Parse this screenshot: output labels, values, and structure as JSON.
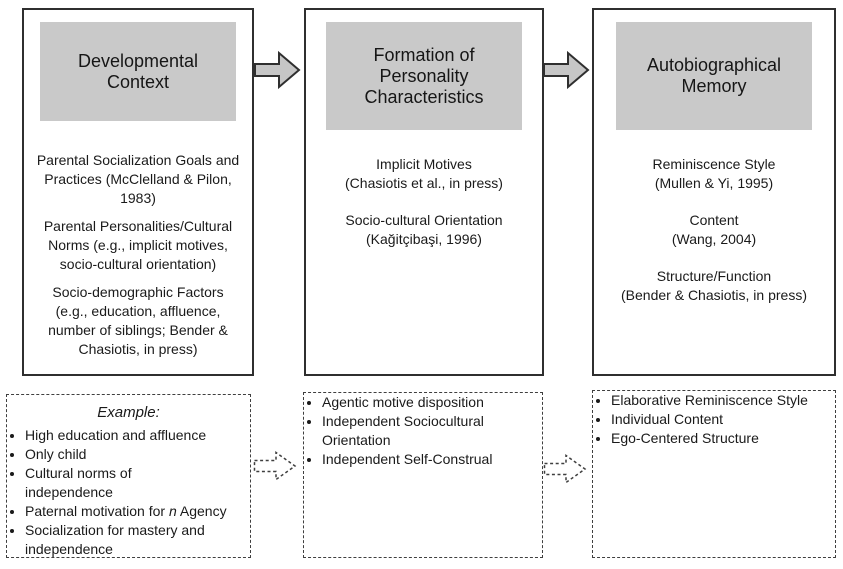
{
  "diagram": {
    "colors": {
      "header_fill": "#c9c9c9",
      "arrow_fill": "#c6c6c6",
      "border": "#2f2f2f",
      "dashed": "#3f3f3f",
      "text": "#1a1a1a"
    },
    "columns": [
      {
        "title": "Developmental\nContext",
        "paragraphs": [
          "Parental Socialization Goals and\nPractices (McClelland & Pilon,\n1983)",
          "Parental Personalities/Cultural\nNorms (e.g., implicit motives,\nsocio-cultural orientation)",
          "Socio-demographic Factors\n(e.g., education, affluence,\nnumber of siblings; Bender &\nChasiotis, in press)"
        ]
      },
      {
        "title": "Formation of\nPersonality\nCharacteristics",
        "paragraphs": [
          "Implicit Motives\n(Chasiotis et al., in press)",
          "Socio-cultural Orientation\n(Kağitçibaşi, 1996)"
        ]
      },
      {
        "title": "Autobiographical\nMemory",
        "paragraphs": [
          "Reminiscence Style\n(Mullen & Yi, 1995)",
          "Content\n(Wang, 2004)",
          "Structure/Function\n(Bender & Chasiotis, in press)"
        ]
      }
    ],
    "example_boxes": [
      {
        "heading": "Example:",
        "items": [
          "High education and affluence",
          "Only child",
          "Cultural norms of\nindependence",
          {
            "pre": "Paternal motivation for ",
            "italic": "n",
            "post": " Agency"
          },
          "Socialization for mastery and\nindependence"
        ]
      },
      {
        "items": [
          "Agentic motive disposition",
          "Independent Sociocultural\nOrientation",
          "Independent Self-Construal"
        ]
      },
      {
        "items": [
          "Elaborative Reminiscence Style",
          "Individual Content",
          "Ego-Centered Structure"
        ]
      }
    ]
  }
}
